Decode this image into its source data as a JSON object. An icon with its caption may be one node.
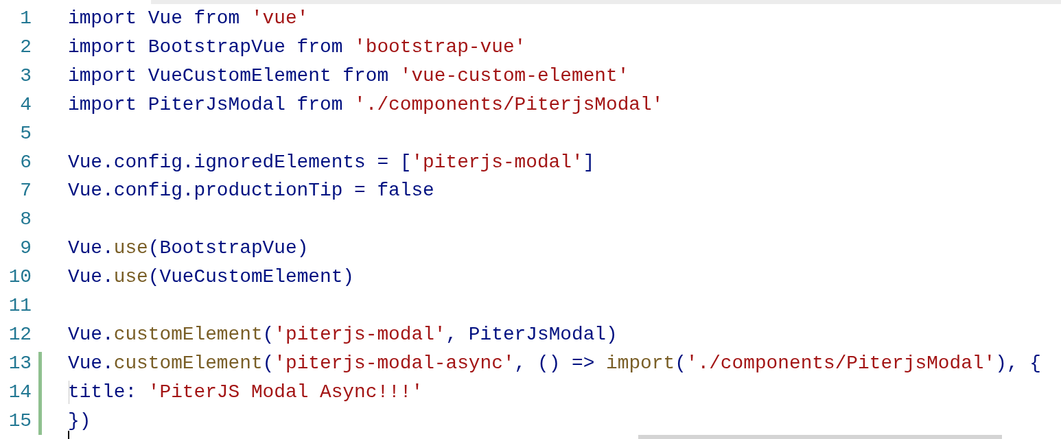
{
  "diagram": {
    "labels": [
      "1",
      "import Vue from 'vue'",
      "2",
      "import BootstrapVue from 'bootstrap-vue'",
      "3",
      "import VueCustomElement from 'vue-custom-element'",
      "4",
      "import PiterJsModal from './components/PiterjsModal'",
      "5",
      "6",
      "Vue.config.ignoredElements = ['piterjs-modal']",
      "7",
      "Vue.config.productionTip = false",
      "8",
      "9",
      "Vue.use(BootstrapVue)",
      "10",
      "Vue.use(VueCustomElement)",
      "11",
      "12",
      "Vue.customElement('piterjs-modal', PiterJsModal)",
      "13",
      "Vue.customElement('piterjs-modal-async', () => import('./components/PiterjsModal'), {",
      "14",
      "title: 'PiterJS Modal Async!!!'",
      "15",
      "})"
    ]
  }
}
